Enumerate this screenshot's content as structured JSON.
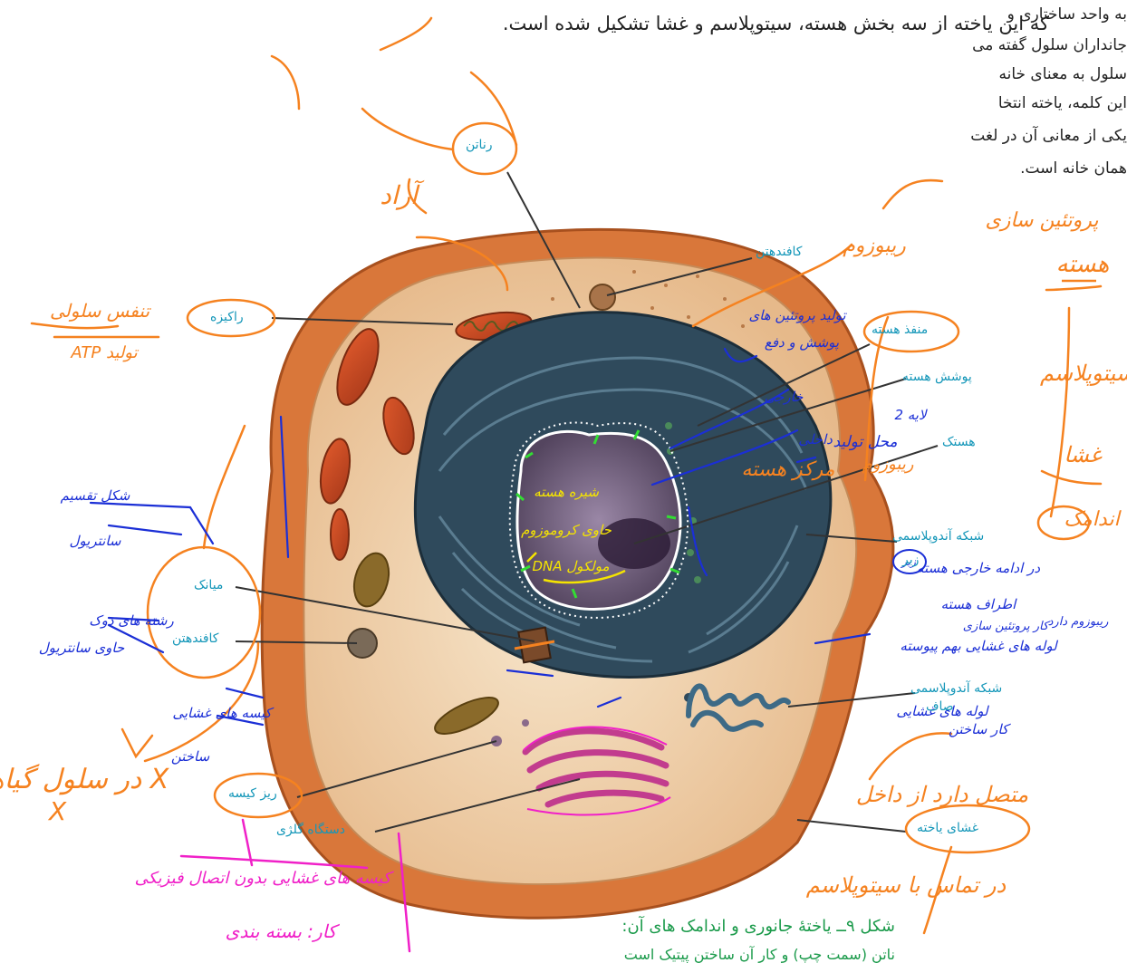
{
  "document": {
    "top_sentence": "که این یاخته از سه بخش هسته، سیتوپلاسم و غشا تشکیل شده است.",
    "side_paragraph": [
      "به واحد ساختاری و",
      "جانداران سلول گفته می",
      "سلول به معنای خانه",
      "این کلمه، یاخته انتخا",
      "یکی از معانی آن در لغت",
      "همان خانه است."
    ],
    "caption": [
      "شکل ۹ــ یاختهٔ جانوری و اندامک های آن:",
      "ناتن (سمت چپ) و کار آن ساختن پیتیک است"
    ]
  },
  "labels": {
    "ribosome_free": "رناتن",
    "centriole_top": "کافندهتن",
    "mitochondrion": "راکیزه",
    "nuclear_pore": "منفذ هسته",
    "nuclear_envelope": "پوشش هسته",
    "nucleolus": "هستک",
    "rough_er_1": "شبکه آندوپلاسمی",
    "rough_er_2": "زبر",
    "smooth_er_1": "شبکه آندوپلاسمی",
    "smooth_er_2": "صاف",
    "centrosome": "میانک",
    "centriole_left": "کافندهتن",
    "vesicle": "ریز کیسه",
    "golgi": "دستگاه گلژی",
    "cell_membrane": "غشای یاخته"
  },
  "handwriting": {
    "orange": [
      "پروتئین سازی",
      "ریبوزوم",
      "هسته",
      "سیتوپلاسم",
      "غشا",
      "اندامک",
      "آزاد",
      "تنفس سلولی",
      "ATP تولید",
      "مرکز هسته",
      "ریبوزوم",
      "متصل دارد از داخل",
      "در تماس با سیتوپلاسم",
      "در سلول گیاهی X"
    ],
    "blue": [
      "تولید پروتئین های",
      "پوشش و دفع",
      "خارجی",
      "2 لایه",
      "داخلی",
      "محل تولید",
      "در ادامه خارجی هسته",
      "زبر",
      "اطراف هسته",
      "کار پروتئین سازی",
      "ریبوزوم دارد",
      "لوله های غشایی بهم پیوسته",
      "کار ساختن",
      "لوله های غشایی",
      "کیسه های غشایی",
      "رشته های دوک",
      "ساختن",
      "شکل تقسیم",
      "سانتریول",
      "حاوی سانتریول"
    ],
    "yellow": [
      "شیره هسته",
      "حاوی کروموزوم",
      "DNA مولکول"
    ],
    "pink": [
      "کیسه های غشایی بدون اتصال فیزیکی",
      "کار: بسته بندی"
    ],
    "green_mark": "X"
  },
  "colors": {
    "label_teal": "#1597b9",
    "annotation_orange": "#f58220",
    "annotation_blue": "#1b2fd6",
    "annotation_yellow": "#f5e400",
    "annotation_pink": "#f020c8",
    "caption_green": "#1a9a4a",
    "cell_outer": "#d9773a",
    "cytoplasm": "#f2d9b6",
    "er_dark": "#2f4a5c",
    "nucleus_purple": "#6b5a7a"
  }
}
